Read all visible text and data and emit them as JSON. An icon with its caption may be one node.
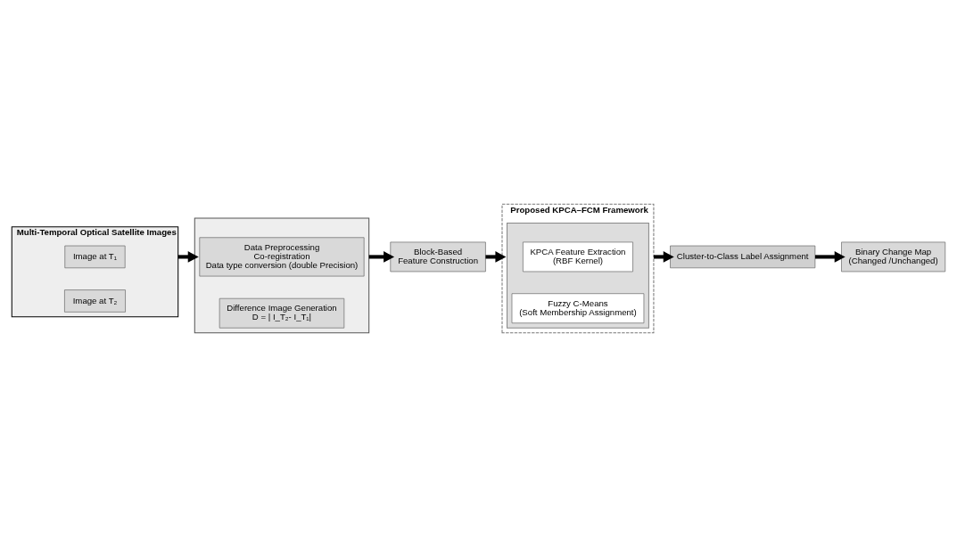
{
  "diagram": {
    "nodes": [
      {
        "text": [
          "Multi-Temporal Optical Satellite Images"
        ]
      },
      {
        "text": [
          "Image at T₁"
        ],
        "in": 0
      },
      {
        "text": [
          "Image at T₂"
        ],
        "in": 0
      },
      {
        "text": [],
        "shape": "box"
      },
      {
        "text": [
          "Data Preprocessing",
          "Co-registration",
          "Data type conversion (double Precision)"
        ],
        "in": 3
      },
      {
        "text": [
          "Difference Image Generation",
          "D = | I_T₂- I_T₁|"
        ],
        "in": 3
      },
      {
        "text": [
          "Block-Based",
          "Feature Construction"
        ]
      },
      {
        "text": [
          "Proposed KPCA–FCM Framework"
        ]
      },
      {
        "text": [],
        "shape": "box",
        "in": 7
      },
      {
        "text": [
          "KPCA Feature Extraction",
          "(RBF Kernel)"
        ],
        "in": 8
      },
      {
        "text": [
          "Fuzzy C-Means",
          "(Soft Membership Assignment)"
        ],
        "in": 8
      },
      {
        "text": [
          "Cluster-to-Class Label Assignment"
        ]
      },
      {
        "text": [
          "Binary Change Map",
          "(Changed /Unchanged)"
        ]
      }
    ],
    "edges": [
      {
        "from": 0,
        "to": 3,
        "arrow": "to"
      },
      {
        "from": 3,
        "to": 6,
        "arrow": "to"
      },
      {
        "from": 6,
        "to": 7,
        "arrow": "to"
      },
      {
        "from": 7,
        "to": 11,
        "arrow": "to"
      },
      {
        "from": 11,
        "to": 12,
        "arrow": "to"
      }
    ]
  }
}
